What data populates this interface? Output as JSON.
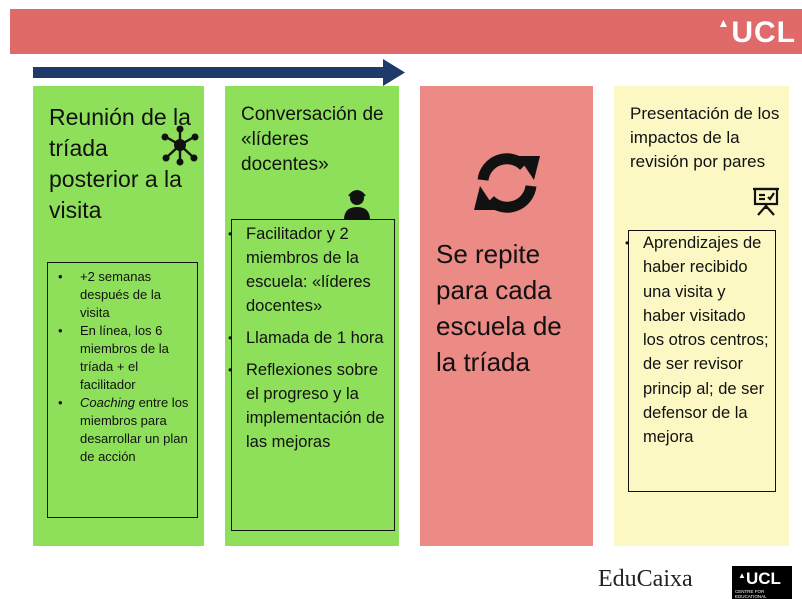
{
  "header": {
    "logo_text": "UCL",
    "banner_color": "#e06a6a"
  },
  "arrow": {
    "color": "#1e3a6b"
  },
  "panels": [
    {
      "title": "Reunión de la tríada posterior a la visita",
      "icon": "network-icon",
      "bullets": [
        "+2 semanas después de la visita",
        "En línea, los 6 miembros de la tríada + el facilitador",
        "entre los miembros para desarrollar un plan de acción"
      ],
      "bullet3_em": "Coaching",
      "color": "#8ee05a"
    },
    {
      "title": "Conversación de «líderes docentes»",
      "icon": "person-icon",
      "bullets": [
        "Facilitador y 2 miembros de la escuela: «líderes docentes»",
        "Llamada de 1 hora",
        "Reflexiones sobre el progreso y la implementación de las mejoras"
      ],
      "color": "#8ee05a"
    },
    {
      "text": "Se repite para cada escuela de la tríada",
      "icon": "sync-icon",
      "color": "#ec8a86"
    },
    {
      "title": "Presentación de los impactos de la revisión por pares",
      "icon": "presentation-board-icon",
      "bullets": [
        "Aprendizajes de haber recibido una visita y haber visitado los otros centros; de ser revisor princip al; de ser defensor de la mejora"
      ],
      "color": "#fbf8c4"
    }
  ],
  "footer": {
    "educaixa": "EduCaixa",
    "ucl_logo": "UCL",
    "ucl_sub": "CENTRE FOR EDUCATIONAL LEADERSHIP"
  }
}
